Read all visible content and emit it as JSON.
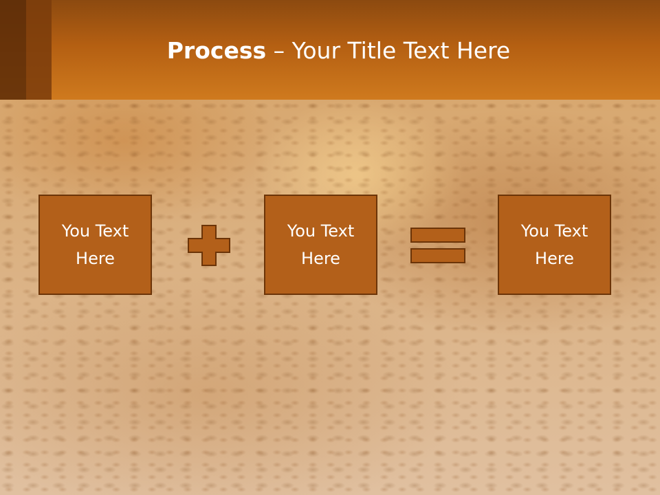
{
  "slide": {
    "title_bold": "Process",
    "title_dash": " – ",
    "title_rest": "Your Title Text Here"
  },
  "process": {
    "boxes": [
      {
        "text": "You Text\nHere"
      },
      {
        "text": "You Text\nHere"
      },
      {
        "text": "You Text\nHere"
      }
    ],
    "operators": [
      "plus-icon",
      "equals-icon"
    ]
  },
  "colors": {
    "header": "#c46f1a",
    "box_fill": "#b3601a",
    "box_border": "#6b3408",
    "operator_fill": "#b3601a",
    "title_text": "#ffffff"
  }
}
